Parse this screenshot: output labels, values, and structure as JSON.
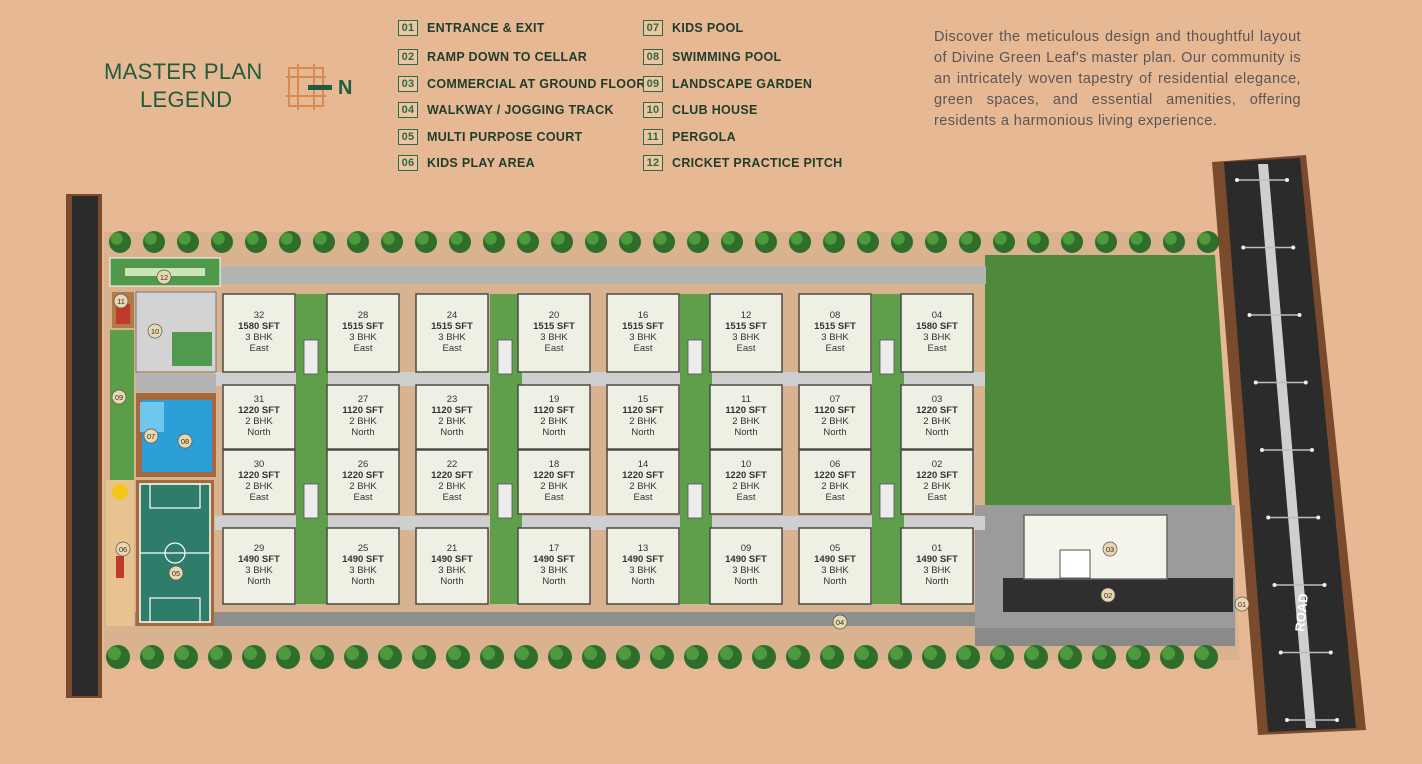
{
  "title": {
    "line1": "MASTER PLAN",
    "line2": "LEGEND",
    "north": "N"
  },
  "legend_left": [
    {
      "num": "01",
      "label": "ENTRANCE & EXIT"
    },
    {
      "num": "02",
      "label": "RAMP DOWN TO CELLAR"
    },
    {
      "num": "03",
      "label": "COMMERCIAL AT GROUND FLOOR"
    },
    {
      "num": "04",
      "label": "WALKWAY / JOGGING TRACK"
    },
    {
      "num": "05",
      "label": "MULTI PURPOSE COURT"
    },
    {
      "num": "06",
      "label": "KIDS PLAY AREA"
    }
  ],
  "legend_right": [
    {
      "num": "07",
      "label": "KIDS POOL"
    },
    {
      "num": "08",
      "label": "SWIMMING POOL"
    },
    {
      "num": "09",
      "label": "LANDSCAPE GARDEN"
    },
    {
      "num": "10",
      "label": "CLUB HOUSE"
    },
    {
      "num": "11",
      "label": "PERGOLA"
    },
    {
      "num": "12",
      "label": "CRICKET PRACTICE PITCH"
    }
  ],
  "description": "Discover the meticulous design and thoughtful layout of Divine Green Leaf's master plan. Our community is an intricately woven tapestry of residential elegance, green spaces, and essential amenities, offering residents a harmonious living experience.",
  "road_label": "ROAD",
  "markers": [
    "01",
    "02",
    "03",
    "04",
    "05",
    "06",
    "07",
    "08",
    "09",
    "10",
    "11",
    "12"
  ],
  "units": [
    [
      {
        "no": "32",
        "area": "1580 SFT",
        "type": "3 BHK",
        "facing": "East"
      },
      {
        "no": "28",
        "area": "1515 SFT",
        "type": "3 BHK",
        "facing": "East"
      },
      {
        "no": "24",
        "area": "1515 SFT",
        "type": "3 BHK",
        "facing": "East"
      },
      {
        "no": "20",
        "area": "1515 SFT",
        "type": "3 BHK",
        "facing": "East"
      },
      {
        "no": "16",
        "area": "1515 SFT",
        "type": "3 BHK",
        "facing": "East"
      },
      {
        "no": "12",
        "area": "1515 SFT",
        "type": "3 BHK",
        "facing": "East"
      },
      {
        "no": "08",
        "area": "1515 SFT",
        "type": "3 BHK",
        "facing": "East"
      },
      {
        "no": "04",
        "area": "1580 SFT",
        "type": "3 BHK",
        "facing": "East"
      }
    ],
    [
      {
        "no": "31",
        "area": "1220 SFT",
        "type": "2 BHK",
        "facing": "North"
      },
      {
        "no": "27",
        "area": "1120 SFT",
        "type": "2 BHK",
        "facing": "North"
      },
      {
        "no": "23",
        "area": "1120 SFT",
        "type": "2 BHK",
        "facing": "North"
      },
      {
        "no": "19",
        "area": "1120 SFT",
        "type": "2 BHK",
        "facing": "North"
      },
      {
        "no": "15",
        "area": "1120 SFT",
        "type": "2 BHK",
        "facing": "North"
      },
      {
        "no": "11",
        "area": "1120 SFT",
        "type": "2 BHK",
        "facing": "North"
      },
      {
        "no": "07",
        "area": "1120 SFT",
        "type": "2 BHK",
        "facing": "North"
      },
      {
        "no": "03",
        "area": "1220 SFT",
        "type": "2 BHK",
        "facing": "North"
      }
    ],
    [
      {
        "no": "30",
        "area": "1220 SFT",
        "type": "2 BHK",
        "facing": "East"
      },
      {
        "no": "26",
        "area": "1220 SFT",
        "type": "2 BHK",
        "facing": "East"
      },
      {
        "no": "22",
        "area": "1220 SFT",
        "type": "2 BHK",
        "facing": "East"
      },
      {
        "no": "18",
        "area": "1220 SFT",
        "type": "2 BHK",
        "facing": "East"
      },
      {
        "no": "14",
        "area": "1220 SFT",
        "type": "2 BHK",
        "facing": "East"
      },
      {
        "no": "10",
        "area": "1220 SFT",
        "type": "2 BHK",
        "facing": "East"
      },
      {
        "no": "06",
        "area": "1220 SFT",
        "type": "2 BHK",
        "facing": "East"
      },
      {
        "no": "02",
        "area": "1220  SFT",
        "type": "2 BHK",
        "facing": "East"
      }
    ],
    [
      {
        "no": "29",
        "area": "1490 SFT",
        "type": "3 BHK",
        "facing": "North"
      },
      {
        "no": "25",
        "area": "1490 SFT",
        "type": "3 BHK",
        "facing": "North"
      },
      {
        "no": "21",
        "area": "1490 SFT",
        "type": "3 BHK",
        "facing": "North"
      },
      {
        "no": "17",
        "area": "1490 SFT",
        "type": "3 BHK",
        "facing": "North"
      },
      {
        "no": "13",
        "area": "1490 SFT",
        "type": "3 BHK",
        "facing": "North"
      },
      {
        "no": "09",
        "area": "1490 SFT",
        "type": "3 BHK",
        "facing": "North"
      },
      {
        "no": "05",
        "area": "1490 SFT",
        "type": "3 BHK",
        "facing": "North"
      },
      {
        "no": "01",
        "area": "1490 SFT",
        "type": "3 BHK",
        "facing": "North"
      }
    ]
  ],
  "colors": {
    "background": "#e6b994",
    "brand_green": "#1f5c3f",
    "lawn": "#4f8a3c",
    "pavement": "#a7a7a7",
    "pool": "#2d9fd8",
    "court": "#2e7d6a",
    "road": "#2b2b2b"
  }
}
